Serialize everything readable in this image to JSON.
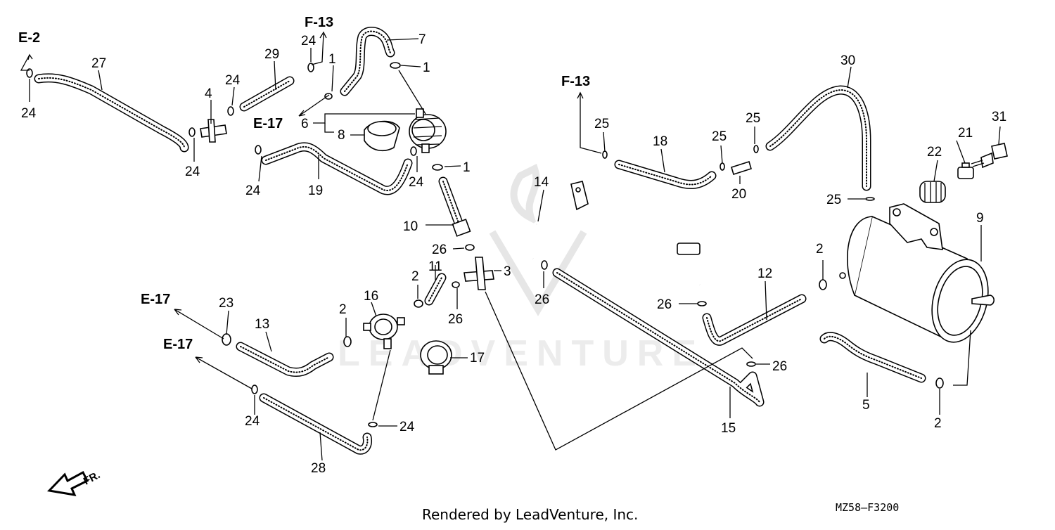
{
  "diagram": {
    "part_numbers": {
      "p1a": "1",
      "p1b": "1",
      "p1c": "1",
      "p2a": "2",
      "p2b": "2",
      "p2c": "2",
      "p2d": "2",
      "p3": "3",
      "p4": "4",
      "p5": "5",
      "p6": "6",
      "p7": "7",
      "p8": "8",
      "p9": "9",
      "p10": "10",
      "p11": "11",
      "p12": "12",
      "p13": "13",
      "p14": "14",
      "p15": "15",
      "p16": "16",
      "p17": "17",
      "p18": "18",
      "p19": "19",
      "p20": "20",
      "p21": "21",
      "p22": "22",
      "p23": "23",
      "p24a": "24",
      "p24b": "24",
      "p24c": "24",
      "p24d": "24",
      "p24e": "24",
      "p24f": "24",
      "p24g": "24",
      "p24h": "24",
      "p25a": "25",
      "p25b": "25",
      "p25c": "25",
      "p25d": "25",
      "p26a": "26",
      "p26b": "26",
      "p26c": "26",
      "p26d": "26",
      "p26e": "26",
      "p27": "27",
      "p28": "28",
      "p29": "29",
      "p30": "30",
      "p31": "31"
    },
    "section_refs": {
      "e2": "E-2",
      "f13a": "F-13",
      "f13b": "F-13",
      "e17a": "E-17",
      "e17b": "E-17",
      "e17c": "E-17"
    },
    "direction_label": "FR.",
    "diagram_code": "MZ58—F3200",
    "watermark": "LEADVENTURE",
    "footer": "Rendered by LeadVenture, Inc."
  }
}
